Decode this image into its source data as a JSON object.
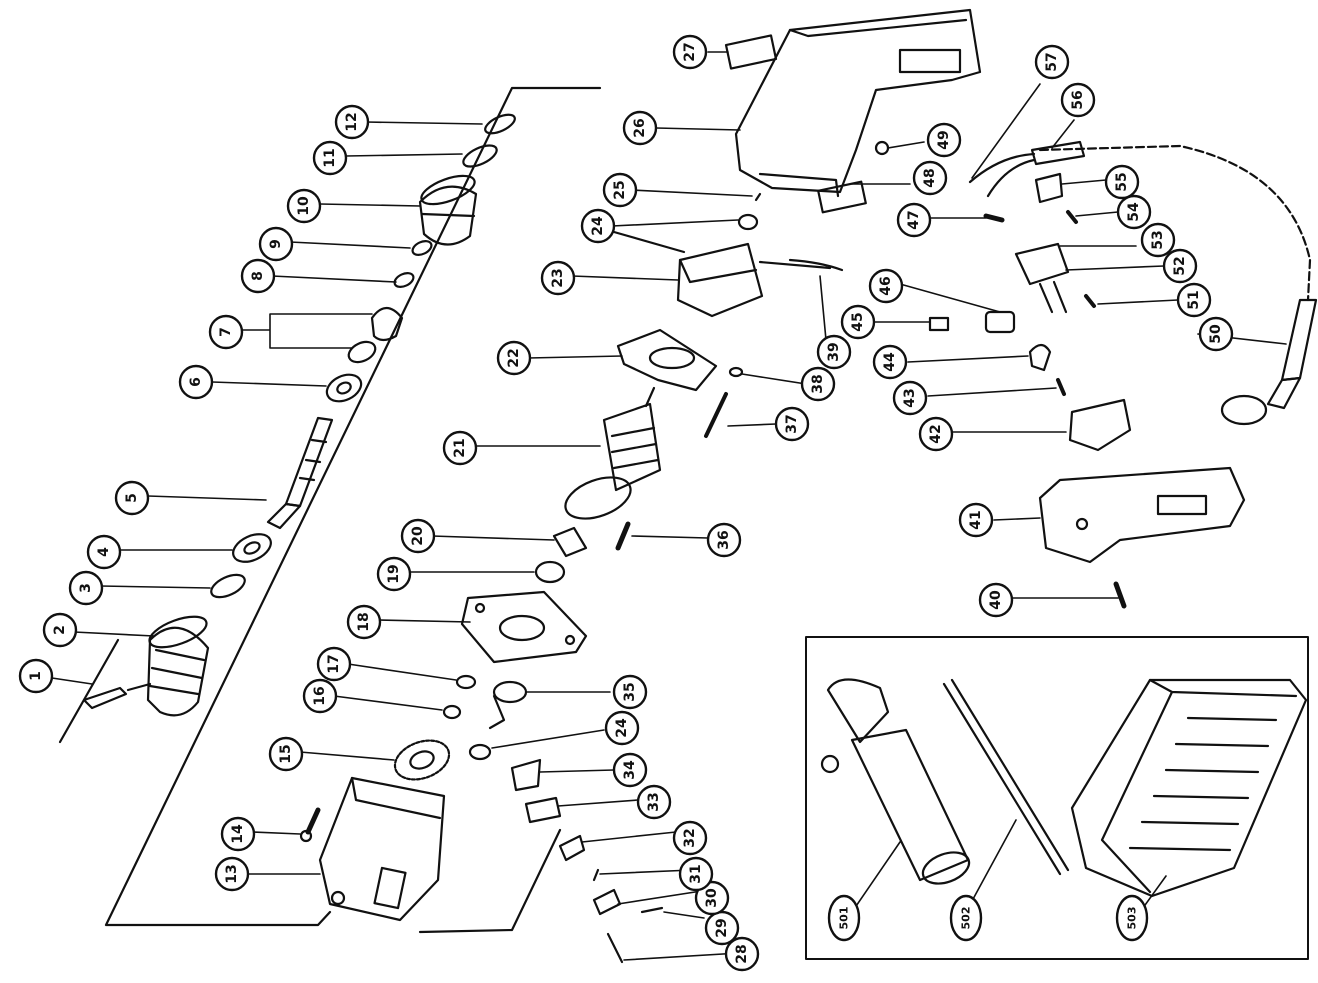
{
  "callouts": [
    {
      "num": "1"
    },
    {
      "num": "2"
    },
    {
      "num": "3"
    },
    {
      "num": "4"
    },
    {
      "num": "5"
    },
    {
      "num": "6"
    },
    {
      "num": "7"
    },
    {
      "num": "8"
    },
    {
      "num": "9"
    },
    {
      "num": "10"
    },
    {
      "num": "11"
    },
    {
      "num": "12"
    },
    {
      "num": "13"
    },
    {
      "num": "14"
    },
    {
      "num": "15"
    },
    {
      "num": "16"
    },
    {
      "num": "17"
    },
    {
      "num": "18"
    },
    {
      "num": "19"
    },
    {
      "num": "20"
    },
    {
      "num": "21"
    },
    {
      "num": "22"
    },
    {
      "num": "23"
    },
    {
      "num": "24"
    },
    {
      "num": "25"
    },
    {
      "num": "26"
    },
    {
      "num": "27"
    },
    {
      "num": "28"
    },
    {
      "num": "29"
    },
    {
      "num": "30"
    },
    {
      "num": "31"
    },
    {
      "num": "32"
    },
    {
      "num": "33"
    },
    {
      "num": "34"
    },
    {
      "num": "35"
    },
    {
      "num": "24"
    },
    {
      "num": "36"
    },
    {
      "num": "37"
    },
    {
      "num": "38"
    },
    {
      "num": "39"
    },
    {
      "num": "40"
    },
    {
      "num": "41"
    },
    {
      "num": "42"
    },
    {
      "num": "43"
    },
    {
      "num": "44"
    },
    {
      "num": "45"
    },
    {
      "num": "46"
    },
    {
      "num": "47"
    },
    {
      "num": "48"
    },
    {
      "num": "49"
    },
    {
      "num": "50"
    },
    {
      "num": "51"
    },
    {
      "num": "52"
    },
    {
      "num": "53"
    },
    {
      "num": "54"
    },
    {
      "num": "55"
    },
    {
      "num": "56"
    },
    {
      "num": "57"
    },
    {
      "num": "501"
    },
    {
      "num": "502"
    },
    {
      "num": "503"
    }
  ],
  "colors": {
    "ink": "#111111",
    "paper": "#ffffff"
  }
}
